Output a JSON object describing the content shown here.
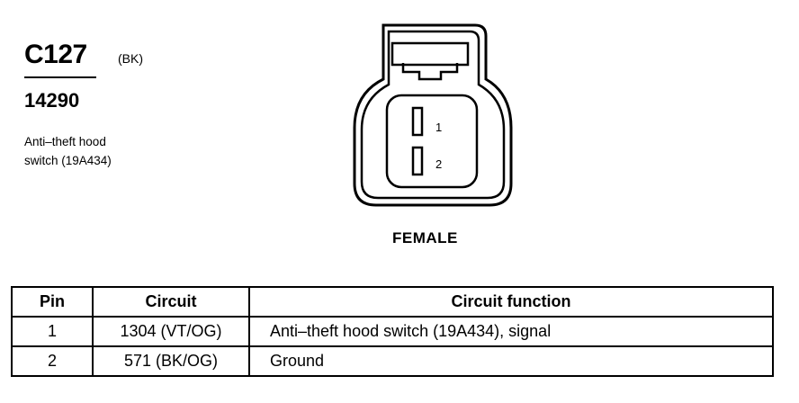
{
  "connector": {
    "id": "C127",
    "color": "(BK)",
    "part_number": "14290",
    "description_line1": "Anti–theft hood",
    "description_line2": "switch (19A434)",
    "gender": "FEMALE",
    "pin_labels": [
      "1",
      "2"
    ]
  },
  "table": {
    "headers": [
      "Pin",
      "Circuit",
      "Circuit function"
    ],
    "rows": [
      {
        "pin": "1",
        "circuit": "1304 (VT/OG)",
        "function": "Anti–theft hood switch (19A434), signal"
      },
      {
        "pin": "2",
        "circuit": "571 (BK/OG)",
        "function": "Ground"
      }
    ]
  }
}
